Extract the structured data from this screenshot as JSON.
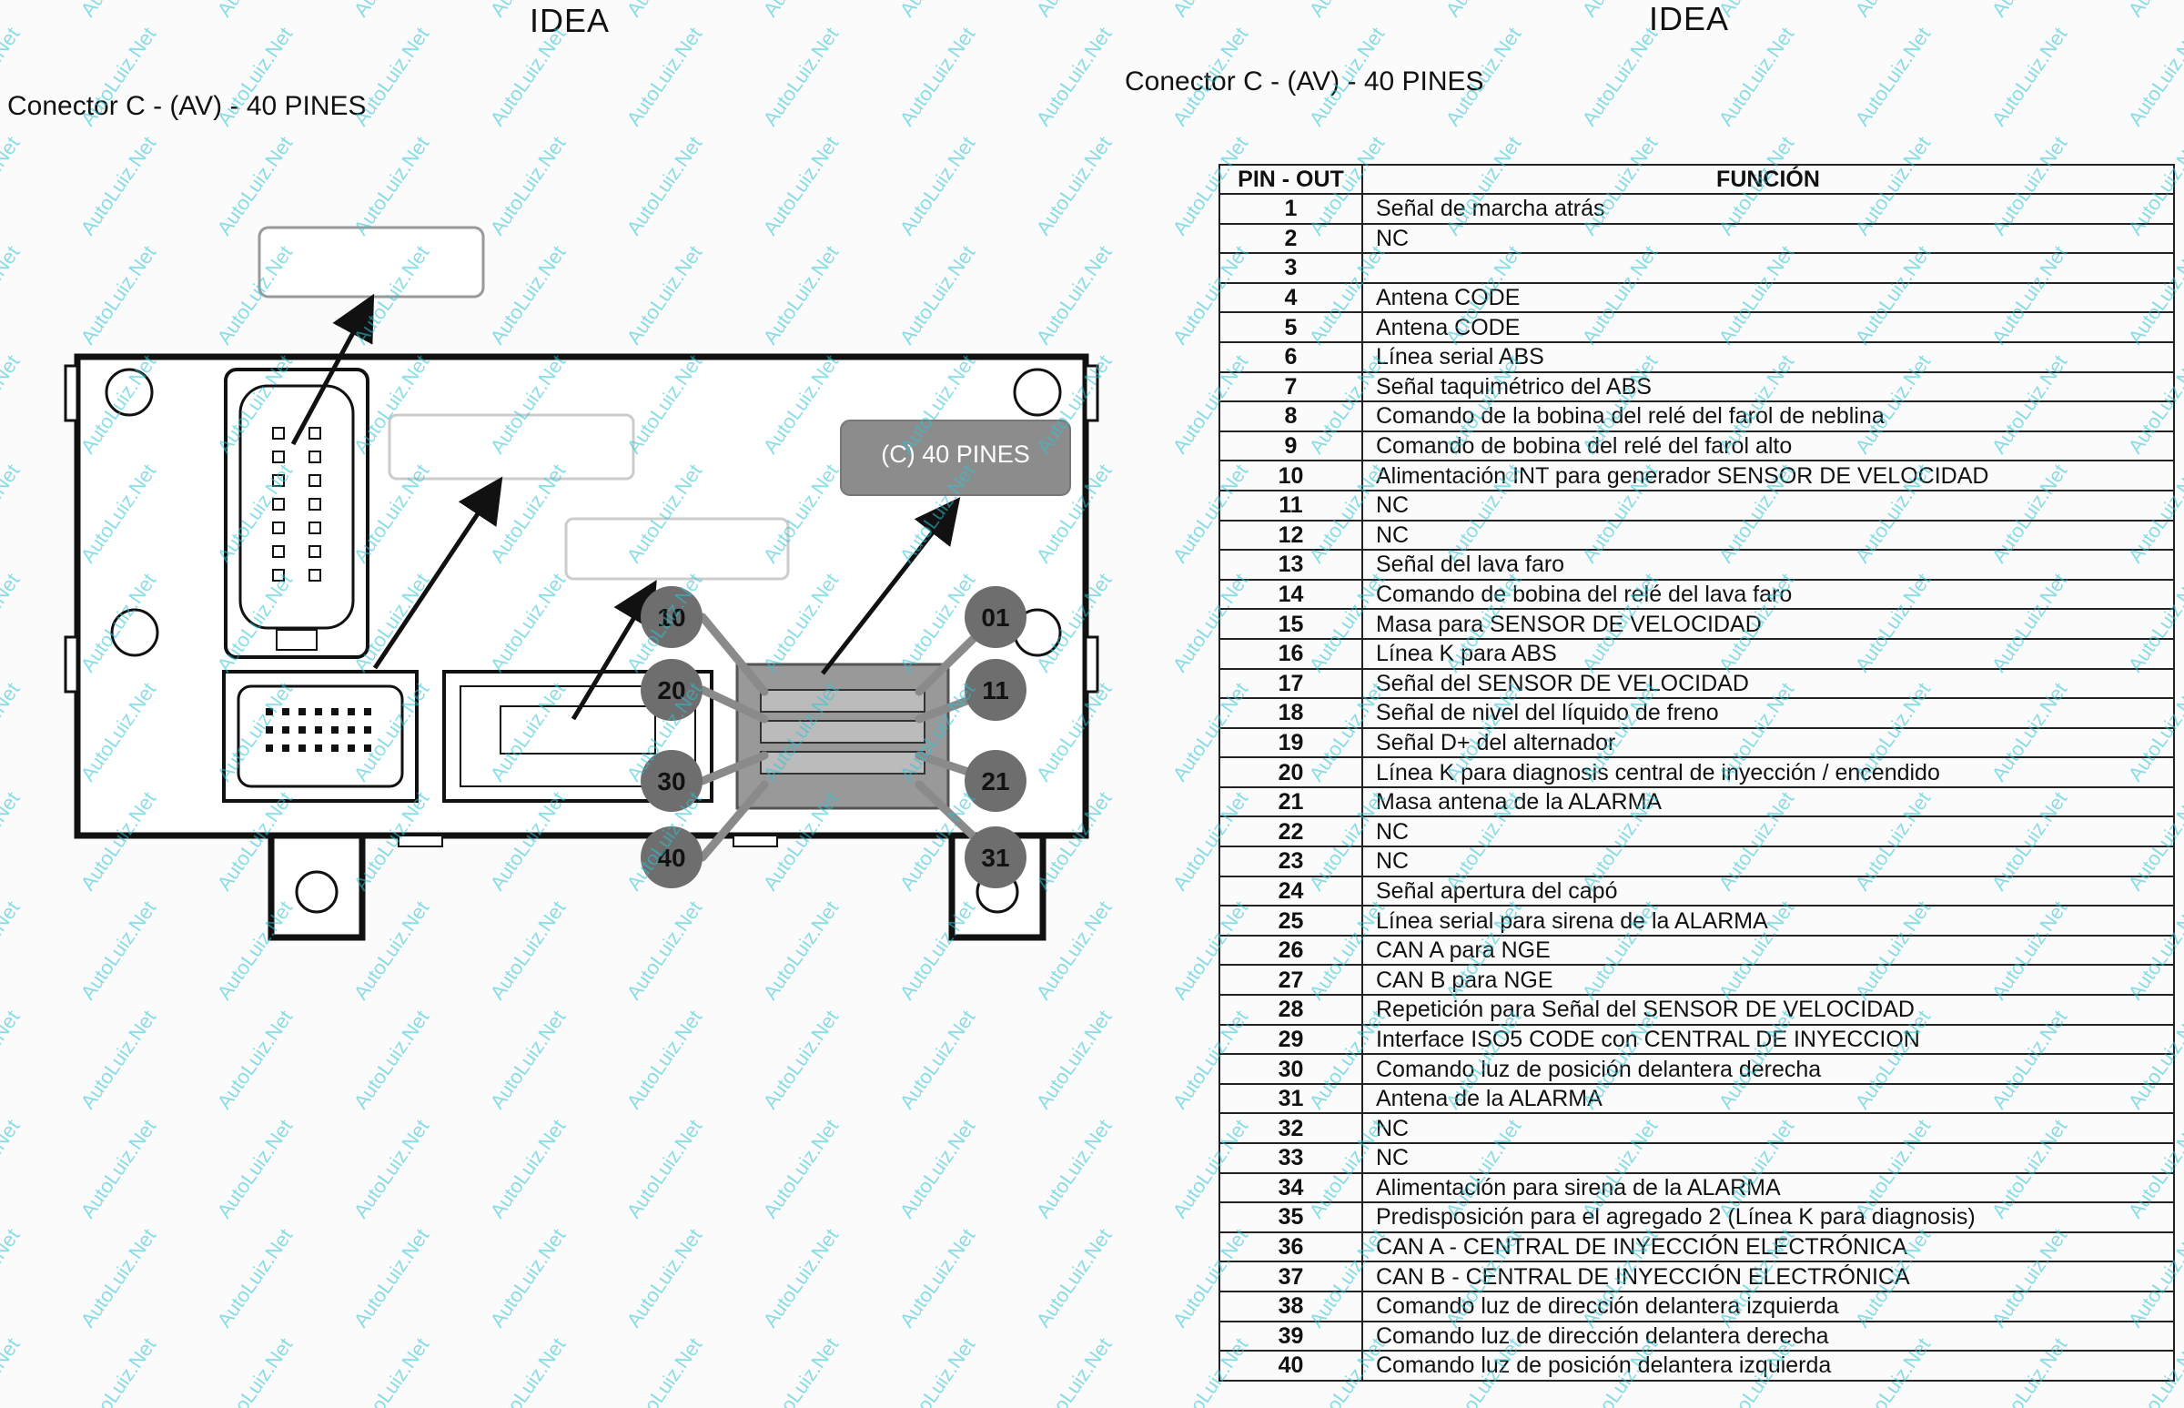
{
  "left_panel": {
    "brand": "IDEA",
    "connector_title": "Conector C - (AV) - 40 PINES",
    "connector_label": "(C) 40 PINES",
    "pin_markers": [
      "10",
      "01",
      "20",
      "11",
      "30",
      "21",
      "40",
      "31"
    ]
  },
  "right_panel": {
    "brand": "IDEA",
    "connector_title": "Conector C - (AV) - 40 PINES",
    "table": {
      "headers": [
        "PIN - OUT",
        "FUNCIÓN"
      ],
      "rows": [
        {
          "pin": "1",
          "func": "Señal de marcha atrás"
        },
        {
          "pin": "2",
          "func": "NC"
        },
        {
          "pin": "3",
          "func": ""
        },
        {
          "pin": "4",
          "func": "Antena CODE"
        },
        {
          "pin": "5",
          "func": "Antena CODE"
        },
        {
          "pin": "6",
          "func": "Línea serial ABS"
        },
        {
          "pin": "7",
          "func": "Señal taquimétrico del ABS"
        },
        {
          "pin": "8",
          "func": "Comando de la bobina del relé del farol de neblina"
        },
        {
          "pin": "9",
          "func": "Comando de bobina del relé del farol alto"
        },
        {
          "pin": "10",
          "func": "Alimentación INT para generador SENSOR DE VELOCIDAD"
        },
        {
          "pin": "11",
          "func": "NC"
        },
        {
          "pin": "12",
          "func": "NC"
        },
        {
          "pin": "13",
          "func": "Señal del lava faro"
        },
        {
          "pin": "14",
          "func": "Comando de bobina del relé del lava faro"
        },
        {
          "pin": "15",
          "func": "Masa para SENSOR DE VELOCIDAD"
        },
        {
          "pin": "16",
          "func": "Línea K para ABS"
        },
        {
          "pin": "17",
          "func": "Señal del SENSOR DE VELOCIDAD"
        },
        {
          "pin": "18",
          "func": "Señal de nivel del líquido de freno"
        },
        {
          "pin": "19",
          "func": "Señal D+ del alternador"
        },
        {
          "pin": "20",
          "func": "Línea K para diagnosis central de inyección / encendido"
        },
        {
          "pin": "21",
          "func": "Masa antena de la ALARMA"
        },
        {
          "pin": "22",
          "func": "NC"
        },
        {
          "pin": "23",
          "func": "NC"
        },
        {
          "pin": "24",
          "func": "Señal apertura del capó"
        },
        {
          "pin": "25",
          "func": "Línea serial para sirena de la ALARMA"
        },
        {
          "pin": "26",
          "func": "CAN A para NGE"
        },
        {
          "pin": "27",
          "func": "CAN B para NGE"
        },
        {
          "pin": "28",
          "func": "Repetición para Señal del SENSOR DE VELOCIDAD"
        },
        {
          "pin": "29",
          "func": "Interface ISO5 CODE con CENTRAL DE INYECCION"
        },
        {
          "pin": "30",
          "func": "Comando luz de posición delantera derecha"
        },
        {
          "pin": "31",
          "func": "Antena de la ALARMA"
        },
        {
          "pin": "32",
          "func": "NC"
        },
        {
          "pin": "33",
          "func": "NC"
        },
        {
          "pin": "34",
          "func": "Alimentación para sirena de la ALARMA"
        },
        {
          "pin": "35",
          "func": "Predisposición para el agregado 2 (Línea K para diagnosis)"
        },
        {
          "pin": "36",
          "func": "CAN A - CENTRAL DE INYECCIÓN ELECTRÓNICA"
        },
        {
          "pin": "37",
          "func": "CAN B - CENTRAL DE INYECCIÓN ELECTRÓNICA"
        },
        {
          "pin": "38",
          "func": "Comando luz de dirección delantera izquierda"
        },
        {
          "pin": "39",
          "func": "Comando luz de dirección delantera derecha"
        },
        {
          "pin": "40",
          "func": "Comando luz de posición delantera izquierda"
        }
      ]
    }
  },
  "watermark": "AutoLuiz.Net",
  "colors": {
    "paper": "#fbfbfb",
    "ink": "#111111",
    "marker_fill": "#6e6e6e",
    "highlight_box": "#8c8c8c",
    "watermark": "#2ec4d6"
  }
}
